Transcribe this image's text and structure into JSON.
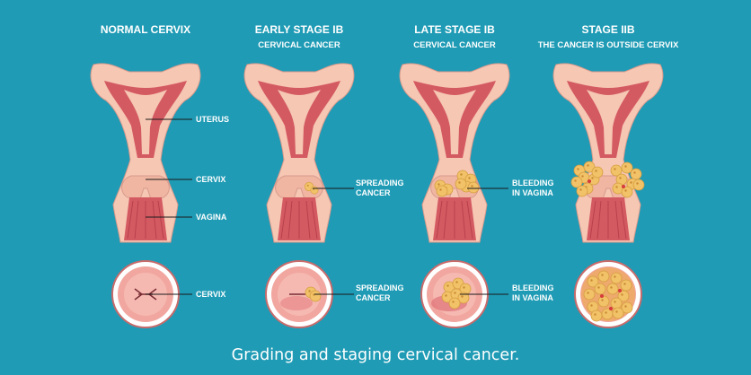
{
  "stages": [
    {
      "heading": "NORMAL CERVIX",
      "subheading": ""
    },
    {
      "heading": "EARLY STAGE IB",
      "subheading": "CERVICAL CANCER"
    },
    {
      "heading": "LATE STAGE IB",
      "subheading": "CERVICAL CANCER"
    },
    {
      "heading": "STAGE IIB",
      "subheading": "THE CANCER IS OUTSIDE CERVIX"
    }
  ],
  "labels": {
    "uterus": "UTERUS",
    "cervix": "CERVIX",
    "vagina": "VAGINA",
    "cervix_view": "CERVIX",
    "spreading_line1": "SPREADING",
    "spreading_line2": "CANCER",
    "bleeding_line1": "BLEEDING",
    "bleeding_line2": "IN VAGINA"
  },
  "caption": "Grading and staging cervical cancer.",
  "colors": {
    "background": "#1f9bb5",
    "tissue": "#f6c7b3",
    "muscle": "#d45a62",
    "tumor": "#f1c268"
  }
}
